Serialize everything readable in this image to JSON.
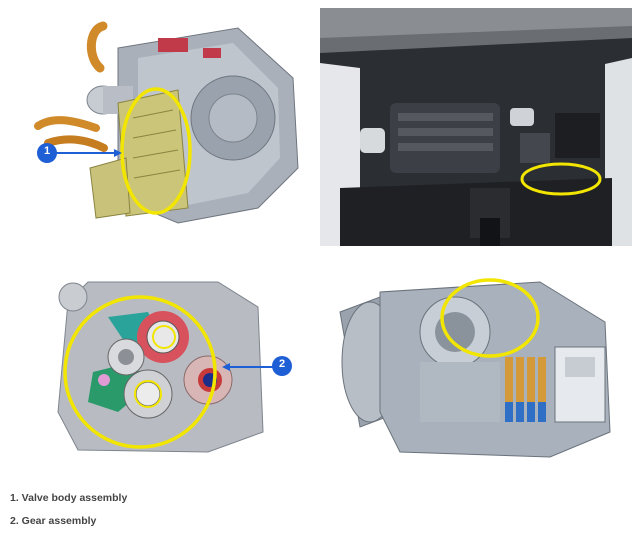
{
  "figures": [
    {
      "id": "transmission-exterior",
      "callout": "1"
    },
    {
      "id": "engine-bay",
      "callout": ""
    },
    {
      "id": "transmission-gears",
      "callout": "2"
    },
    {
      "id": "transmission-cutaway",
      "callout": ""
    }
  ],
  "legend": {
    "item1": "1. Valve body assembly",
    "item2": "2. Gear assembly"
  },
  "colors": {
    "highlight": "#f2e600",
    "callout": "#1f5fd6",
    "hose": "#d08a2a",
    "casing": "#aab1bb",
    "valve_body": "#cbc57a"
  }
}
